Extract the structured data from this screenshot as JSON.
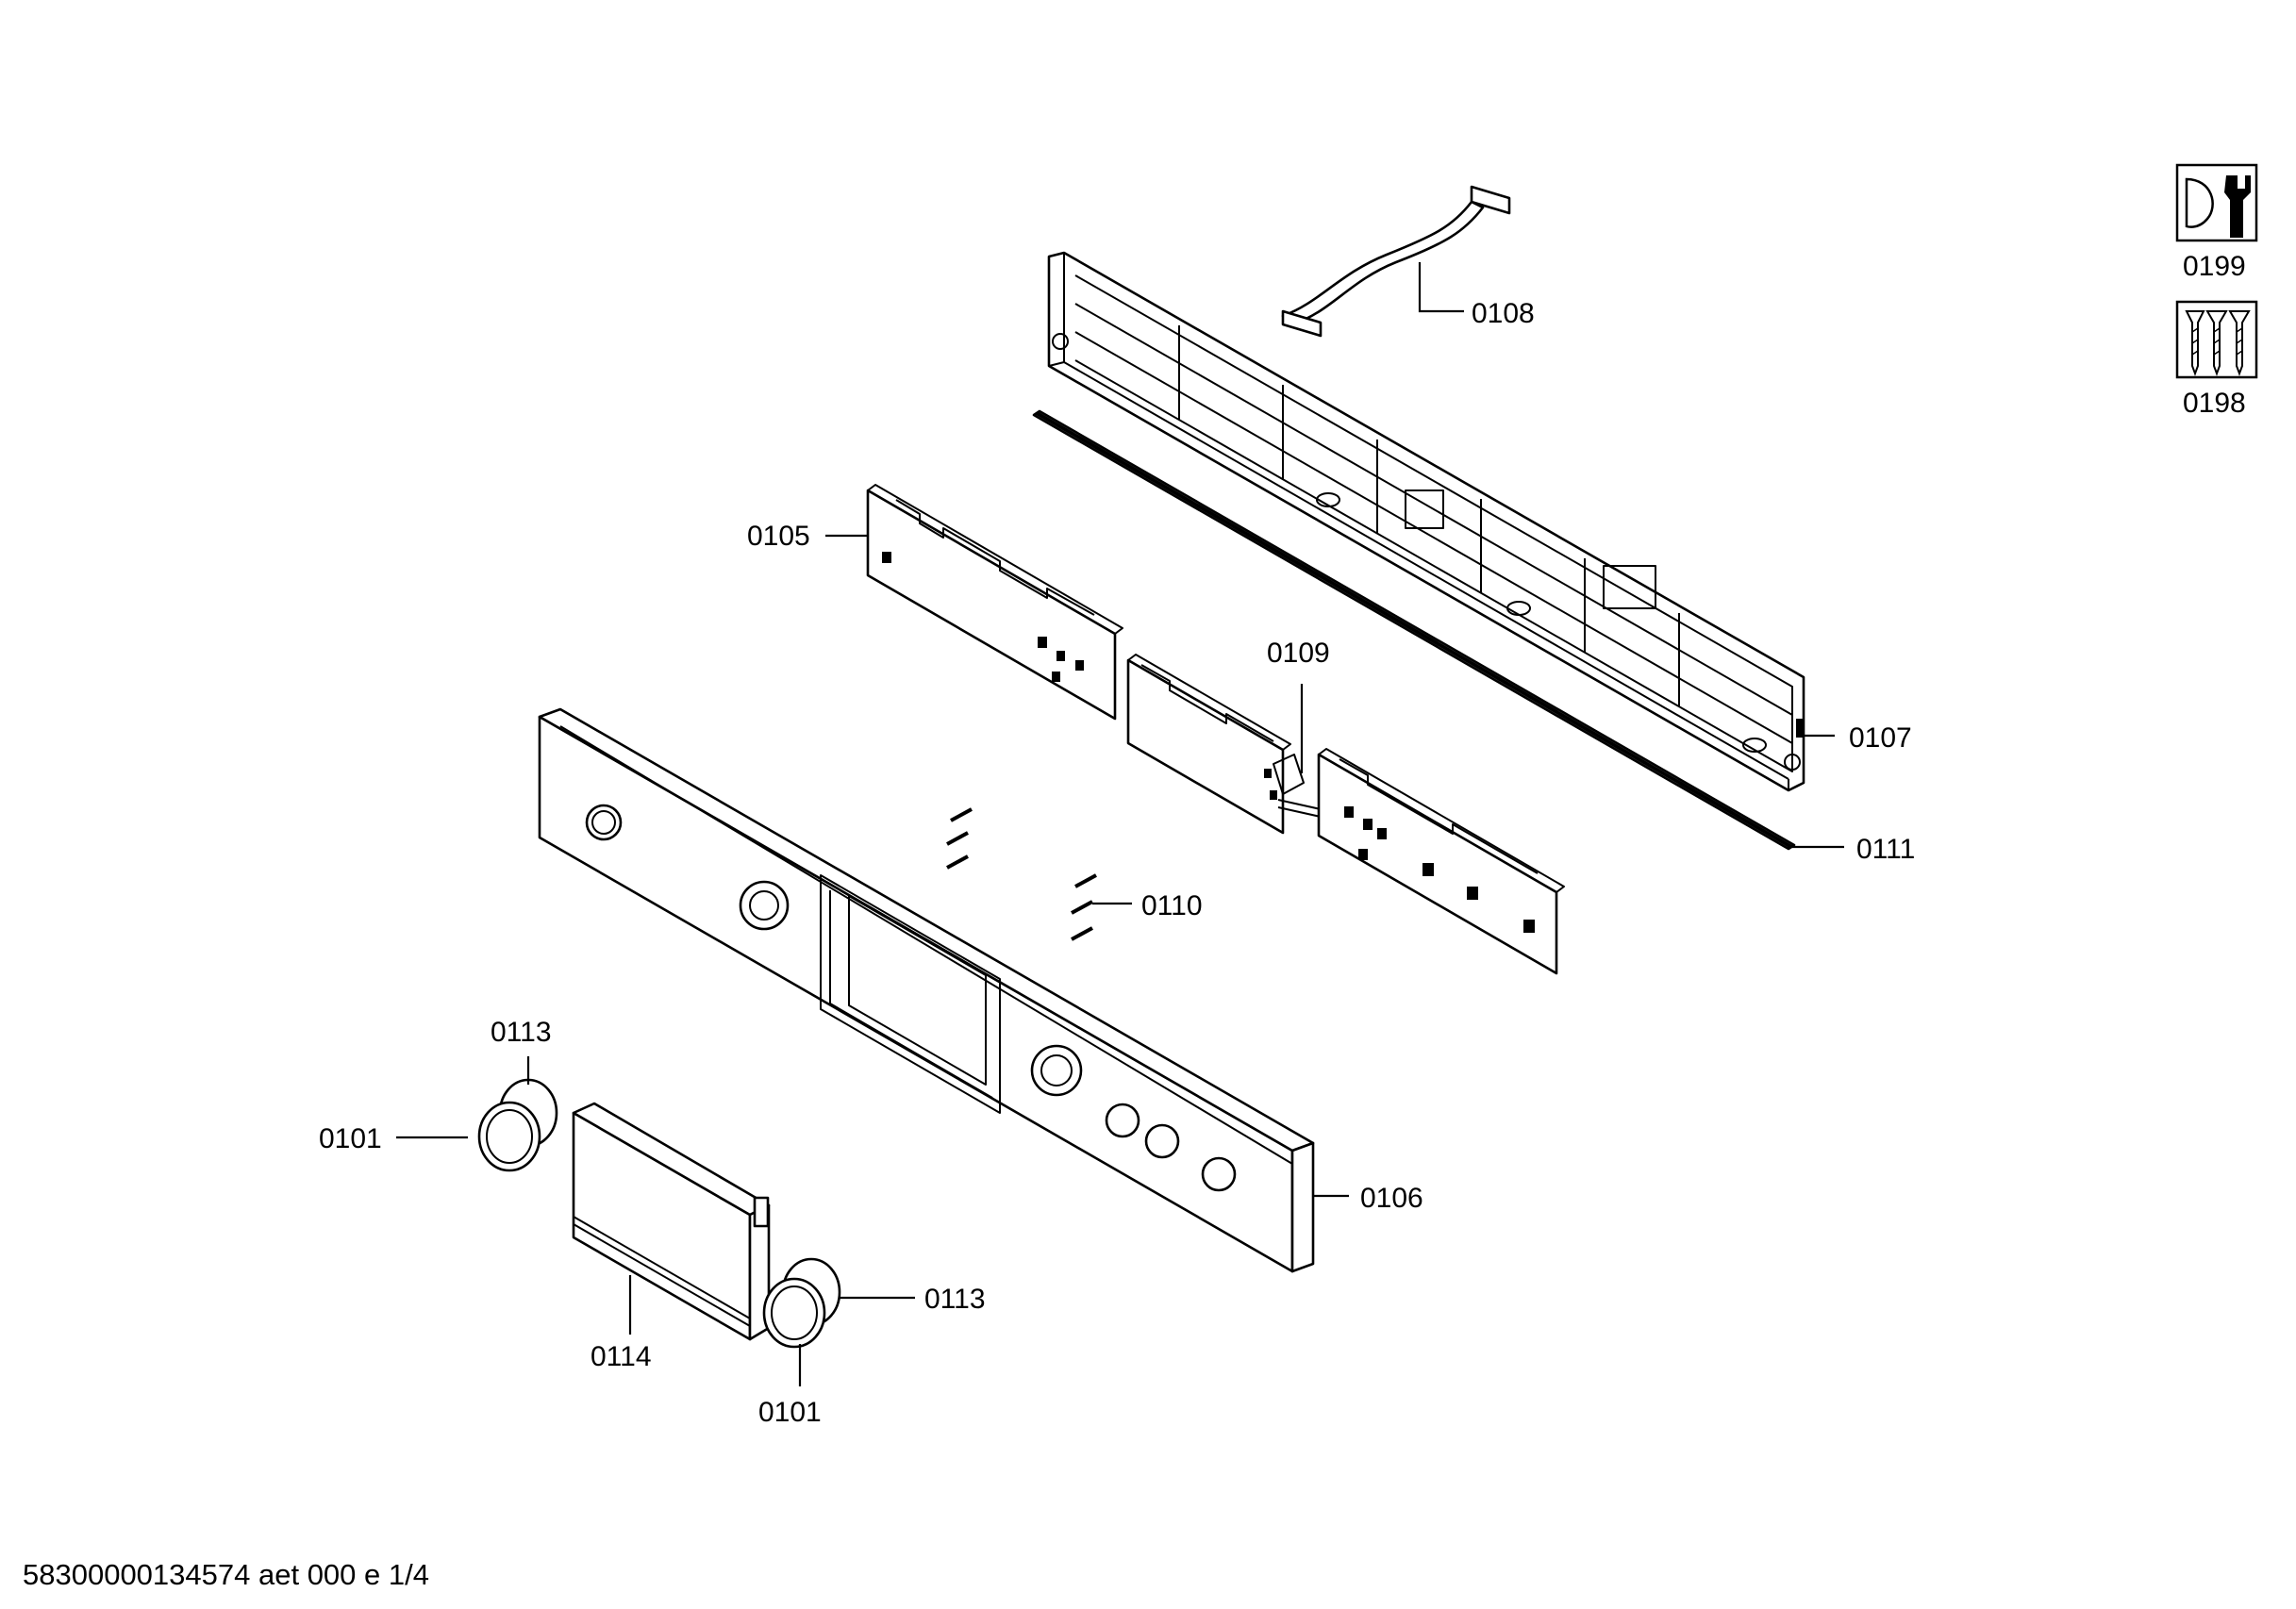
{
  "part_labels": {
    "p0108": "0108",
    "p0105": "0105",
    "p0109": "0109",
    "p0107": "0107",
    "p0111": "0111",
    "p0110": "0110",
    "p0113_top": "0113",
    "p0101_left": "0101",
    "p0106": "0106",
    "p0114": "0114",
    "p0113_bottom": "0113",
    "p0101_bottom": "0101"
  },
  "legend": {
    "tools_label": "0199",
    "screws_label": "0198",
    "tools_icon": "wrench-tool-icon",
    "screws_icon": "screws-icon"
  },
  "footer": {
    "document_code": "58300000134574 aet 000 e 1/4"
  }
}
